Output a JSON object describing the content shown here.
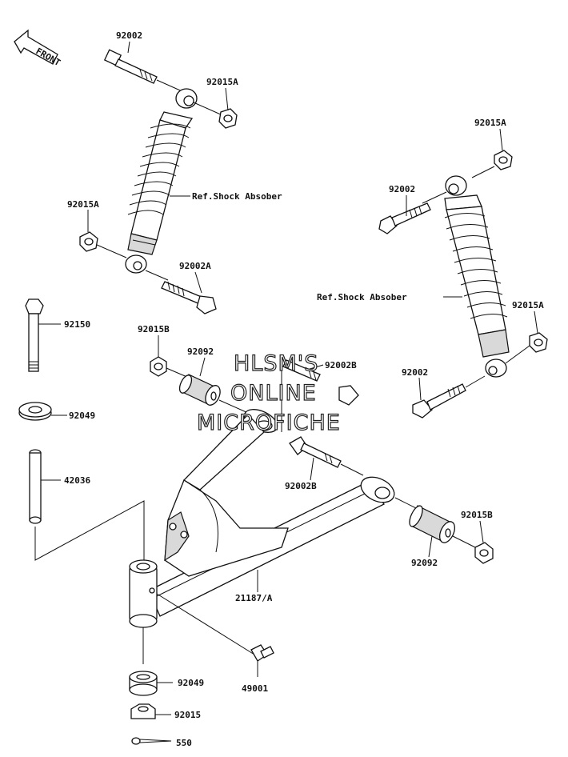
{
  "front_arrow_label": "FRONT",
  "watermark": [
    "HLSM'S",
    "ONLINE",
    "MICROFICHE"
  ],
  "callouts": {
    "bolt_top_left": "92002",
    "nut_top_left": "92015A",
    "shock_left_ref": "Ref.Shock Absober",
    "nut_mid_left": "92015A",
    "bolt_mid_left": "92002A",
    "nut_top_right": "92015A",
    "bolt_top_right": "92002",
    "shock_right_ref": "Ref.Shock Absober",
    "nut_right": "92015A",
    "bolt_lower_right": "92002",
    "bolt_pivot": "92150",
    "nut_pivot_left": "92015B",
    "bushing_left": "92092",
    "bolt_center": "92002B",
    "seal_upper": "92049",
    "sleeve": "42036",
    "bolt_arm": "92002B",
    "nut_pivot_right": "92015B",
    "bushing_right": "92092",
    "arm": "21187/A",
    "seal_lower": "92049",
    "grease_nipple": "49001",
    "nut_castle": "92015",
    "cotter_pin": "550"
  }
}
